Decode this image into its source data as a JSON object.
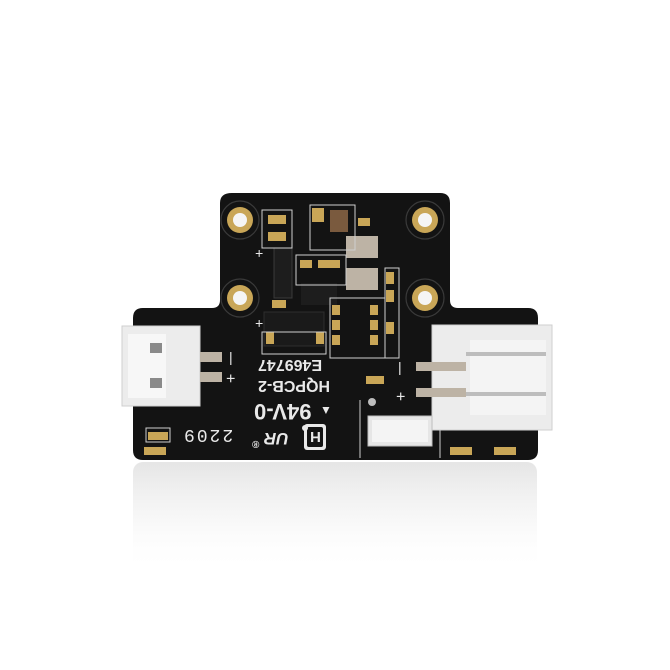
{
  "scene": {
    "type": "product-photo",
    "subject": "black PCB module with two white connectors",
    "background_color": "#ffffff",
    "board_color": "#131313",
    "pad_color": "#c9a657",
    "connector_color": "#ececec",
    "silkscreen_color": "#e9e9e9"
  },
  "silkscreen": {
    "cert_number": "E469747",
    "pcb_grade": "HQPCB-2",
    "flame_rating": "94V-0",
    "date_code": "2209",
    "triangle": "▲",
    "logo_letter": "H",
    "ul_mark": "UR",
    "registered": "®",
    "left_plus": "+",
    "left_minus": "|",
    "right_plus": "+",
    "right_minus": "|",
    "top_plus_1": "+",
    "top_plus_2": "+"
  }
}
